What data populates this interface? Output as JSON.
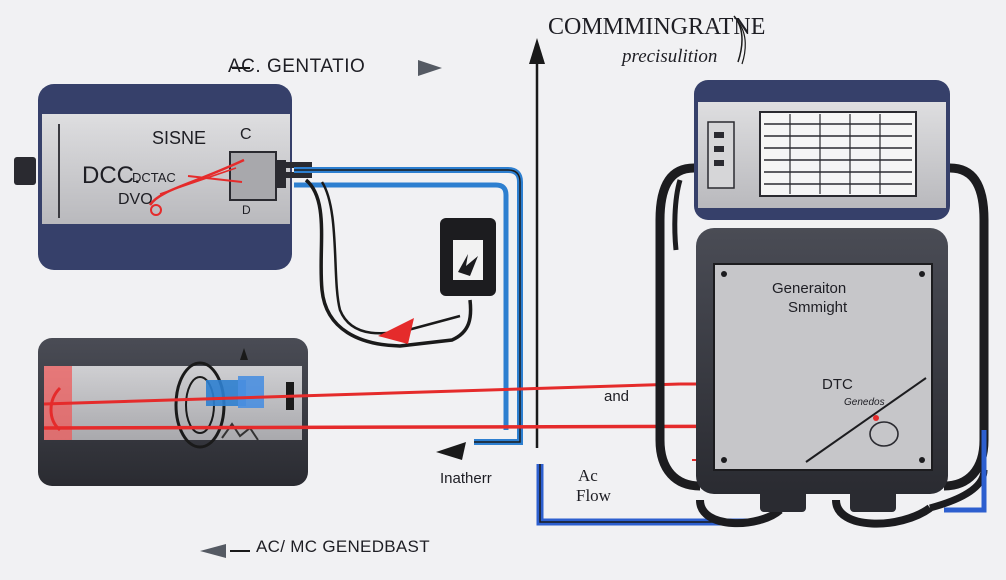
{
  "labels": {
    "ac_generator": "AC. GENTATIO",
    "commutator": "COMMMINGRATNE",
    "precision": "precisulition",
    "sisne": "SISNE",
    "c": "C",
    "dcc": "DCC.",
    "dc_tac": "DCTAC",
    "dvo": "DVO",
    "d": "D",
    "generation": "Generaiton",
    "smrnight": "Smmight",
    "dtc": "DTC",
    "small_red": "Genedos",
    "and": "and",
    "inatherr": "Inatherr",
    "ac": "Ac",
    "flow": "Flow",
    "ac_mc": "AC/ MC GENEDBAST"
  },
  "colors": {
    "background": "#f1f1f3",
    "navy": "#36406a",
    "panel": "#c9c9cc",
    "dark_panel": "#3b3d45",
    "red_wire": "#e52b2b",
    "blue_wire": "#2d7fd0",
    "black_wire": "#1a1a1a"
  }
}
